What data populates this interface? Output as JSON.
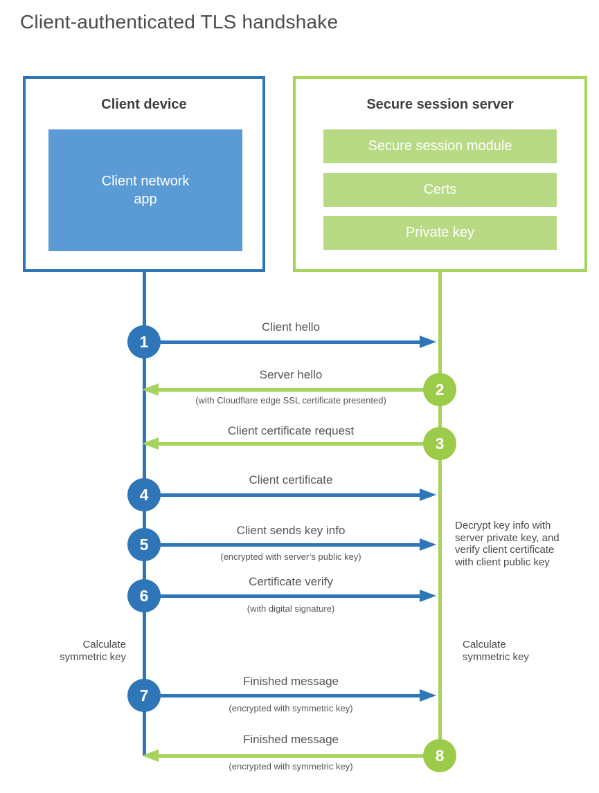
{
  "title": "Client-authenticated TLS handshake",
  "colors": {
    "blue": "#2E76B8",
    "light_blue": "#5B9BD5",
    "green_line": "#A6D35C",
    "green_circle": "#9BCB48",
    "green_bar": "#B9DA85",
    "text": "#555555"
  },
  "client_box": {
    "title": "Client device",
    "app_label": "Client network\napp"
  },
  "server_box": {
    "title": "Secure session server",
    "modules": [
      "Secure session module",
      "Certs",
      "Private key"
    ]
  },
  "steps": [
    {
      "number": "1",
      "from": "client",
      "to": "server",
      "label": "Client hello",
      "sublabel": ""
    },
    {
      "number": "2",
      "from": "server",
      "to": "client",
      "label": "Server hello",
      "sublabel": "(with Cloudflare edge SSL certificate presented)"
    },
    {
      "number": "3",
      "from": "server",
      "to": "client",
      "label": "Client certificate request",
      "sublabel": ""
    },
    {
      "number": "4",
      "from": "client",
      "to": "server",
      "label": "Client certificate",
      "sublabel": ""
    },
    {
      "number": "5",
      "from": "client",
      "to": "server",
      "label": "Client sends key info",
      "sublabel": "(encrypted with server’s public key)"
    },
    {
      "number": "6",
      "from": "client",
      "to": "server",
      "label": "Certificate verify",
      "sublabel": "(with digital signature)"
    },
    {
      "number": "7",
      "from": "client",
      "to": "server",
      "label": "Finished message",
      "sublabel": "(encrypted with symmetric key)"
    },
    {
      "number": "8",
      "from": "server",
      "to": "client",
      "label": "Finished message",
      "sublabel": "(encrypted with symmetric key)"
    }
  ],
  "notes": {
    "decrypt_note": "Decrypt key info with\nserver private key, and\nverify client certificate\nwith client public key",
    "calc_left": "Calculate\nsymmetric key",
    "calc_right": "Calculate\nsymmetric key"
  }
}
